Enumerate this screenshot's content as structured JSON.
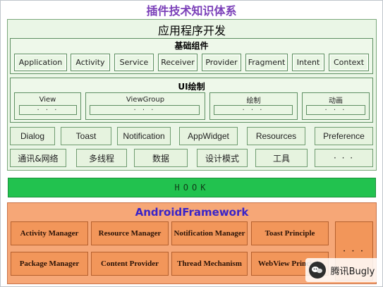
{
  "title": "插件技术知识体系",
  "app_section": {
    "title": "应用程序开发",
    "components_group": {
      "title": "基础组件",
      "items": [
        "Application",
        "Activity",
        "Service",
        "Receiver",
        "Provider",
        "Fragment",
        "Intent",
        "Context"
      ]
    },
    "ui_group": {
      "title": "UI绘制",
      "cards": [
        {
          "label": "View",
          "inner": "· · ·"
        },
        {
          "label": "ViewGroup",
          "inner": "· · ·"
        },
        {
          "label": "绘制",
          "inner": "· · ·"
        },
        {
          "label": "动画",
          "inner": "· · ·"
        }
      ]
    },
    "widgets_row": [
      "Dialog",
      "Toast",
      "Notification",
      "AppWidget",
      "Resources",
      "Preference"
    ],
    "misc_row": [
      "通讯&网络",
      "多线程",
      "数据",
      "设计模式",
      "工具",
      "·  ·  ·"
    ]
  },
  "hook": {
    "label": "HOOK"
  },
  "framework": {
    "title": "AndroidFramework",
    "items": {
      "activity_manager": "Activity Manager",
      "resource_manager": "Resource Manager",
      "notification_manager": "Notification Manager",
      "toast_principle": "Toast Principle",
      "package_manager": "Package Manager",
      "content_provider": "Content Provider",
      "thread_mechanism": "Thread Mechanism",
      "webview_principle": "WebView Principle",
      "more": "· · ·"
    }
  },
  "watermark": {
    "text": "腾讯Bugly",
    "icon": "bugly-logo-icon"
  },
  "colors": {
    "title": "#7a3fb8",
    "app_panel": "#eaf6e6",
    "hook_bar": "#22c24f",
    "framework_panel": "#f6a777",
    "framework_box": "#f2965a",
    "framework_title": "#3a24c8"
  }
}
